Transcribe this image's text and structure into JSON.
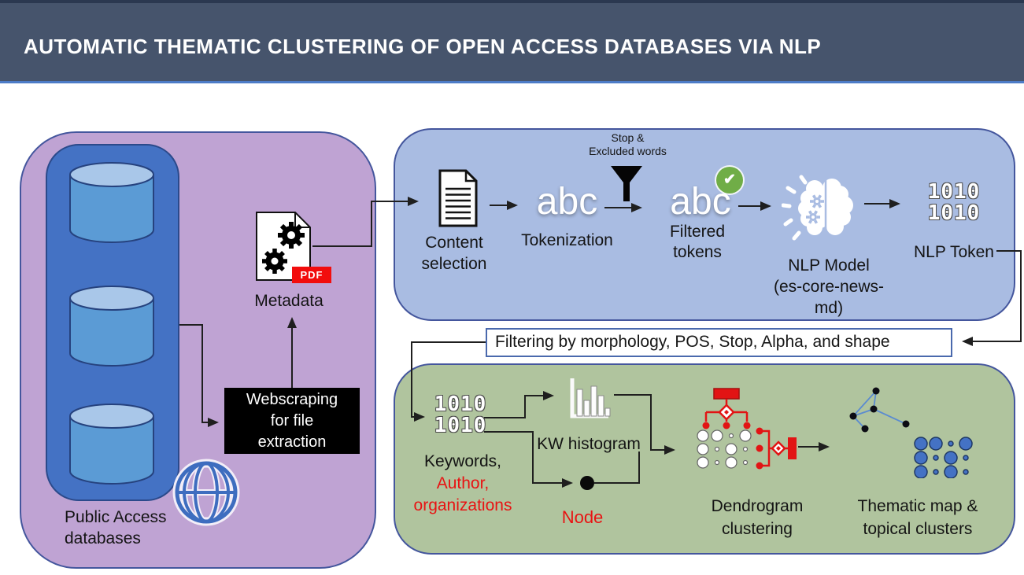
{
  "header": {
    "title": "AUTOMATIC THEMATIC CLUSTERING OF OPEN ACCESS DATABASES VIA NLP"
  },
  "left_panel": {
    "metadata_label": "Metadata",
    "pdf_badge": "PDF",
    "webscraping": {
      "line1": "Webscraping",
      "line2": "for file",
      "line3": "extraction"
    },
    "db_label": {
      "line1": "Public Access",
      "line2": "databases"
    }
  },
  "nlp_box": {
    "content": {
      "line1": "Content",
      "line2": "selection"
    },
    "tokenization": {
      "icon_text": "abc",
      "label": "Tokenization"
    },
    "stop_words": {
      "line1": "Stop &",
      "line2": "Excluded words"
    },
    "filtered": {
      "icon_text": "abc",
      "check": "✔",
      "line1": "Filtered",
      "line2": "tokens"
    },
    "model": {
      "line1": "NLP Model",
      "line2": "(es-core-news-md)"
    },
    "token": {
      "icon_line1": "1010",
      "icon_line2": "1010",
      "label": "NLP Token"
    }
  },
  "filter_bar": {
    "text": "Filtering by morphology, POS, Stop, Alpha, and shape"
  },
  "green_box": {
    "keywords": {
      "icon_line1": "1010",
      "icon_line2": "1010",
      "line1": "Keywords,",
      "line2": "Author,",
      "line3": "organizations"
    },
    "histogram": {
      "label": "KW histogram"
    },
    "node": {
      "label": "Node"
    },
    "dendrogram": {
      "line1": "Dendrogram",
      "line2": "clustering"
    },
    "thematic": {
      "line1": "Thematic map &",
      "line2": "topical clusters"
    }
  },
  "colors": {
    "header_bg": "#46546c",
    "panel_purple": "#bfa3d3",
    "panel_blue": "#a9bce2",
    "panel_green": "#b0c49e",
    "db_blue": "#4472c4",
    "cylinder_body": "#5b9bd5",
    "cylinder_top": "#a9c7e9",
    "accent_red": "#e81313",
    "pdf_red": "#f20d0d",
    "check_green": "#70ad47",
    "border_blue": "#44569d"
  }
}
